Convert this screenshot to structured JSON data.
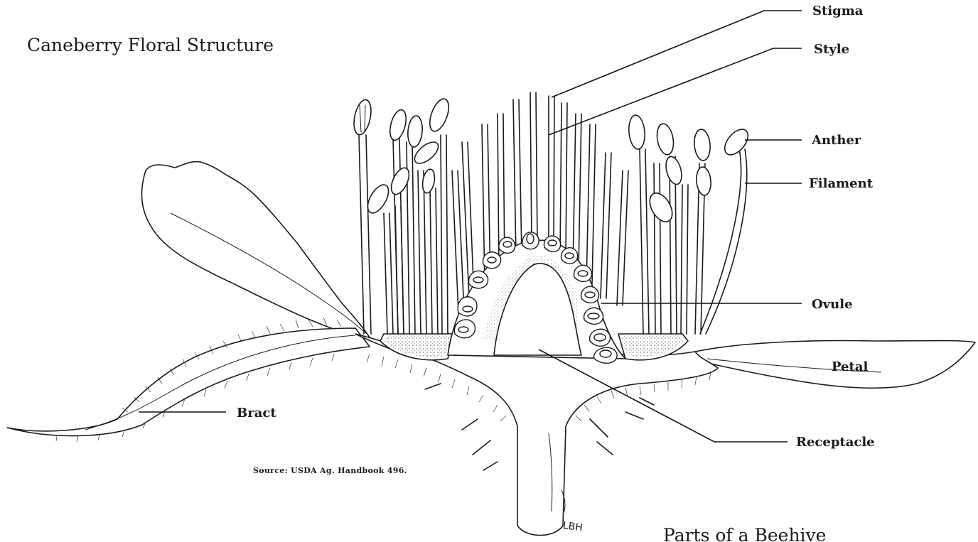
{
  "title": "Caneberry Floral Structure",
  "source": "Source:  USDA Ag. Handbook 496.",
  "artist_signature": "LBH",
  "footer_text": "Parts of a Beehive",
  "labels": {
    "stigma": "Stigma",
    "style": "Style",
    "anther": "Anther",
    "filament": "Filament",
    "ovule": "Ovule",
    "petal": "Petal",
    "bract": "Bract",
    "receptacle": "Receptacle"
  }
}
